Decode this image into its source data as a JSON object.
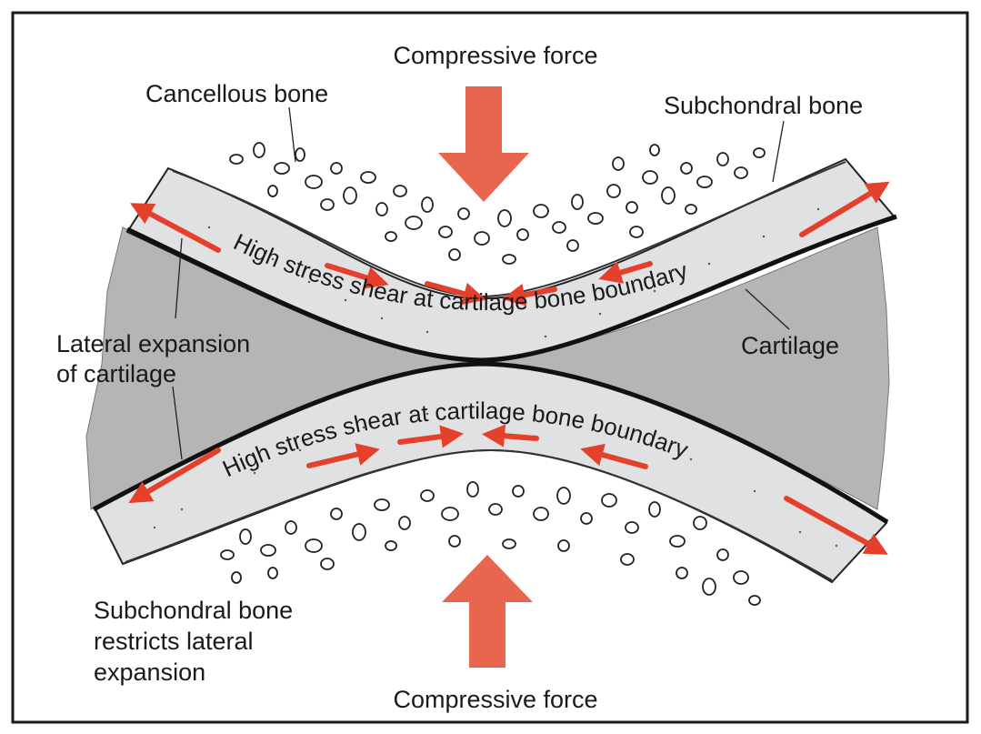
{
  "labels": {
    "compressive_top": "Compressive force",
    "compressive_bottom": "Compressive force",
    "cancellous_bone": "Cancellous bone",
    "subchondral_bone": "Subchondral bone",
    "lateral_expansion_line1": "Lateral expansion",
    "lateral_expansion_line2": "of cartilage",
    "cartilage": "Cartilage",
    "restricts_line1": "Subchondral bone",
    "restricts_line2": "restricts lateral",
    "restricts_line3": "expansion",
    "shear_top": "High stress shear at cartilage bone boundary",
    "shear_bottom": "High stress shear at cartilage bone boundary"
  },
  "colors": {
    "arrow": "#e5402b",
    "big_arrow": "#e8654e",
    "cartilage_dark": "#b5b5b5",
    "cartilage_light": "#dfe1e3",
    "outline": "#111111"
  }
}
